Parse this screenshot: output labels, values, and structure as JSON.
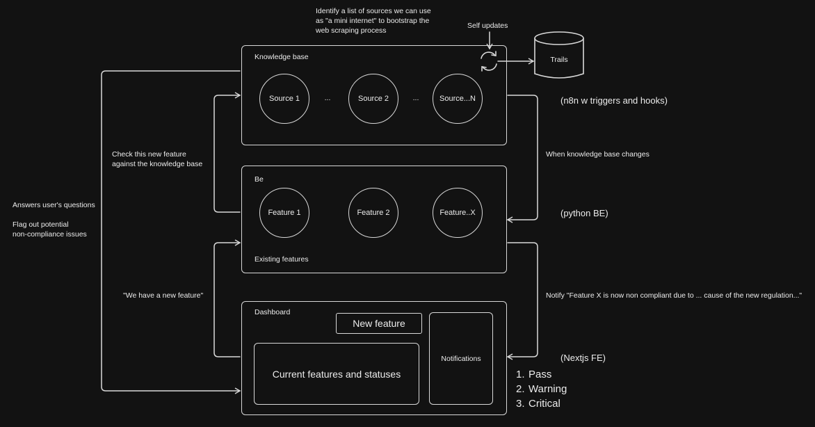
{
  "annotations": {
    "sources_note": [
      "Identify a list of sources we can use",
      "as \"a mini internet\" to bootstrap the",
      "web scraping process"
    ],
    "self_updates": "Self updates",
    "trails": "Trails",
    "n8n": "(n8n w triggers and hooks)",
    "kb_changes": "When knowledge base changes",
    "python_be": "(python BE)",
    "notify": "Notify \"Feature X is now non compliant due to ... cause of the new regulation...\"",
    "nextjs_fe": "(Nextjs FE)",
    "check_feature": [
      "Check this new feature",
      "against the knowledge base"
    ],
    "new_feature_quote": "\"We have a new feature\"",
    "answers": "Answers user's questions",
    "flag": [
      "Flag out potential",
      "non-compliance issues"
    ]
  },
  "knowledge_base": {
    "title": "Knowledge base",
    "sources": [
      "Source 1",
      "Source 2",
      "Source...N"
    ],
    "ellipsis": "..."
  },
  "be": {
    "title": "Be",
    "features": [
      "Feature 1",
      "Feature 2",
      "Feature..X"
    ],
    "footer": "Existing features"
  },
  "dashboard": {
    "title": "Dashboard",
    "new_feature_button": "New feature",
    "current_features": "Current features and statuses",
    "notifications": "Notifications"
  },
  "status_levels": [
    {
      "num": "1.",
      "label": "Pass"
    },
    {
      "num": "2.",
      "label": "Warning"
    },
    {
      "num": "3.",
      "label": "Critical"
    }
  ],
  "colors": {
    "background": "#121212",
    "stroke": "#d9d9d9",
    "text": "#ececec"
  },
  "icons": {
    "self_update": "refresh-cycle-icon",
    "trails_store": "database-cylinder-icon"
  }
}
